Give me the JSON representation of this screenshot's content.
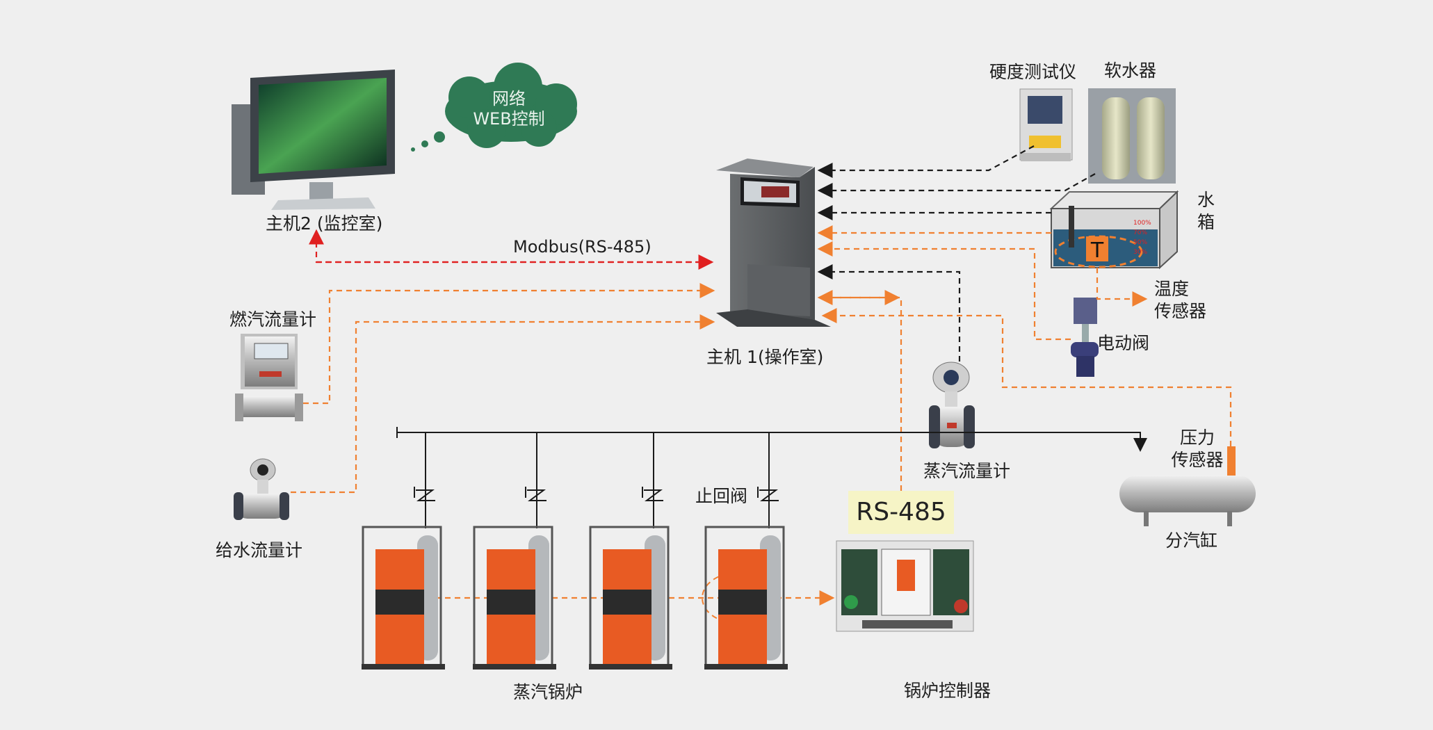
{
  "labels": {
    "host2": "主机2 (监控室)",
    "cloud_line1": "网络",
    "cloud_line2": "WEB控制",
    "modbus": "Modbus(RS-485)",
    "host1": "主机 1(操作室)",
    "hardness_tester": "硬度测试仪",
    "softener": "软水器",
    "water_tank_1": "水",
    "water_tank_2": "箱",
    "temp_sensor_1": "温度",
    "temp_sensor_2": "传感器",
    "electric_valve": "电动阀",
    "gas_flowmeter": "燃汽流量计",
    "feedwater_flowmeter": "给水流量计",
    "steam_flowmeter": "蒸汽流量计",
    "pressure_sensor_1": "压力",
    "pressure_sensor_2": "传感器",
    "steam_header": "分汽缸",
    "check_valve": "止回阀",
    "rs485": "RS-485",
    "steam_boiler": "蒸汽锅炉",
    "boiler_controller": "锅炉控制器",
    "tank_levels": [
      "100%",
      "70%",
      "50%",
      "30%"
    ],
    "tank_sensor_symbol": "T"
  },
  "colors": {
    "red_link": "#e02020",
    "orange_link": "#f08030",
    "black_link": "#1a1a1a",
    "cloud": "#2f7a55",
    "boiler_orange": "#e85b23",
    "rs485_bg": "#f6f4c6"
  }
}
